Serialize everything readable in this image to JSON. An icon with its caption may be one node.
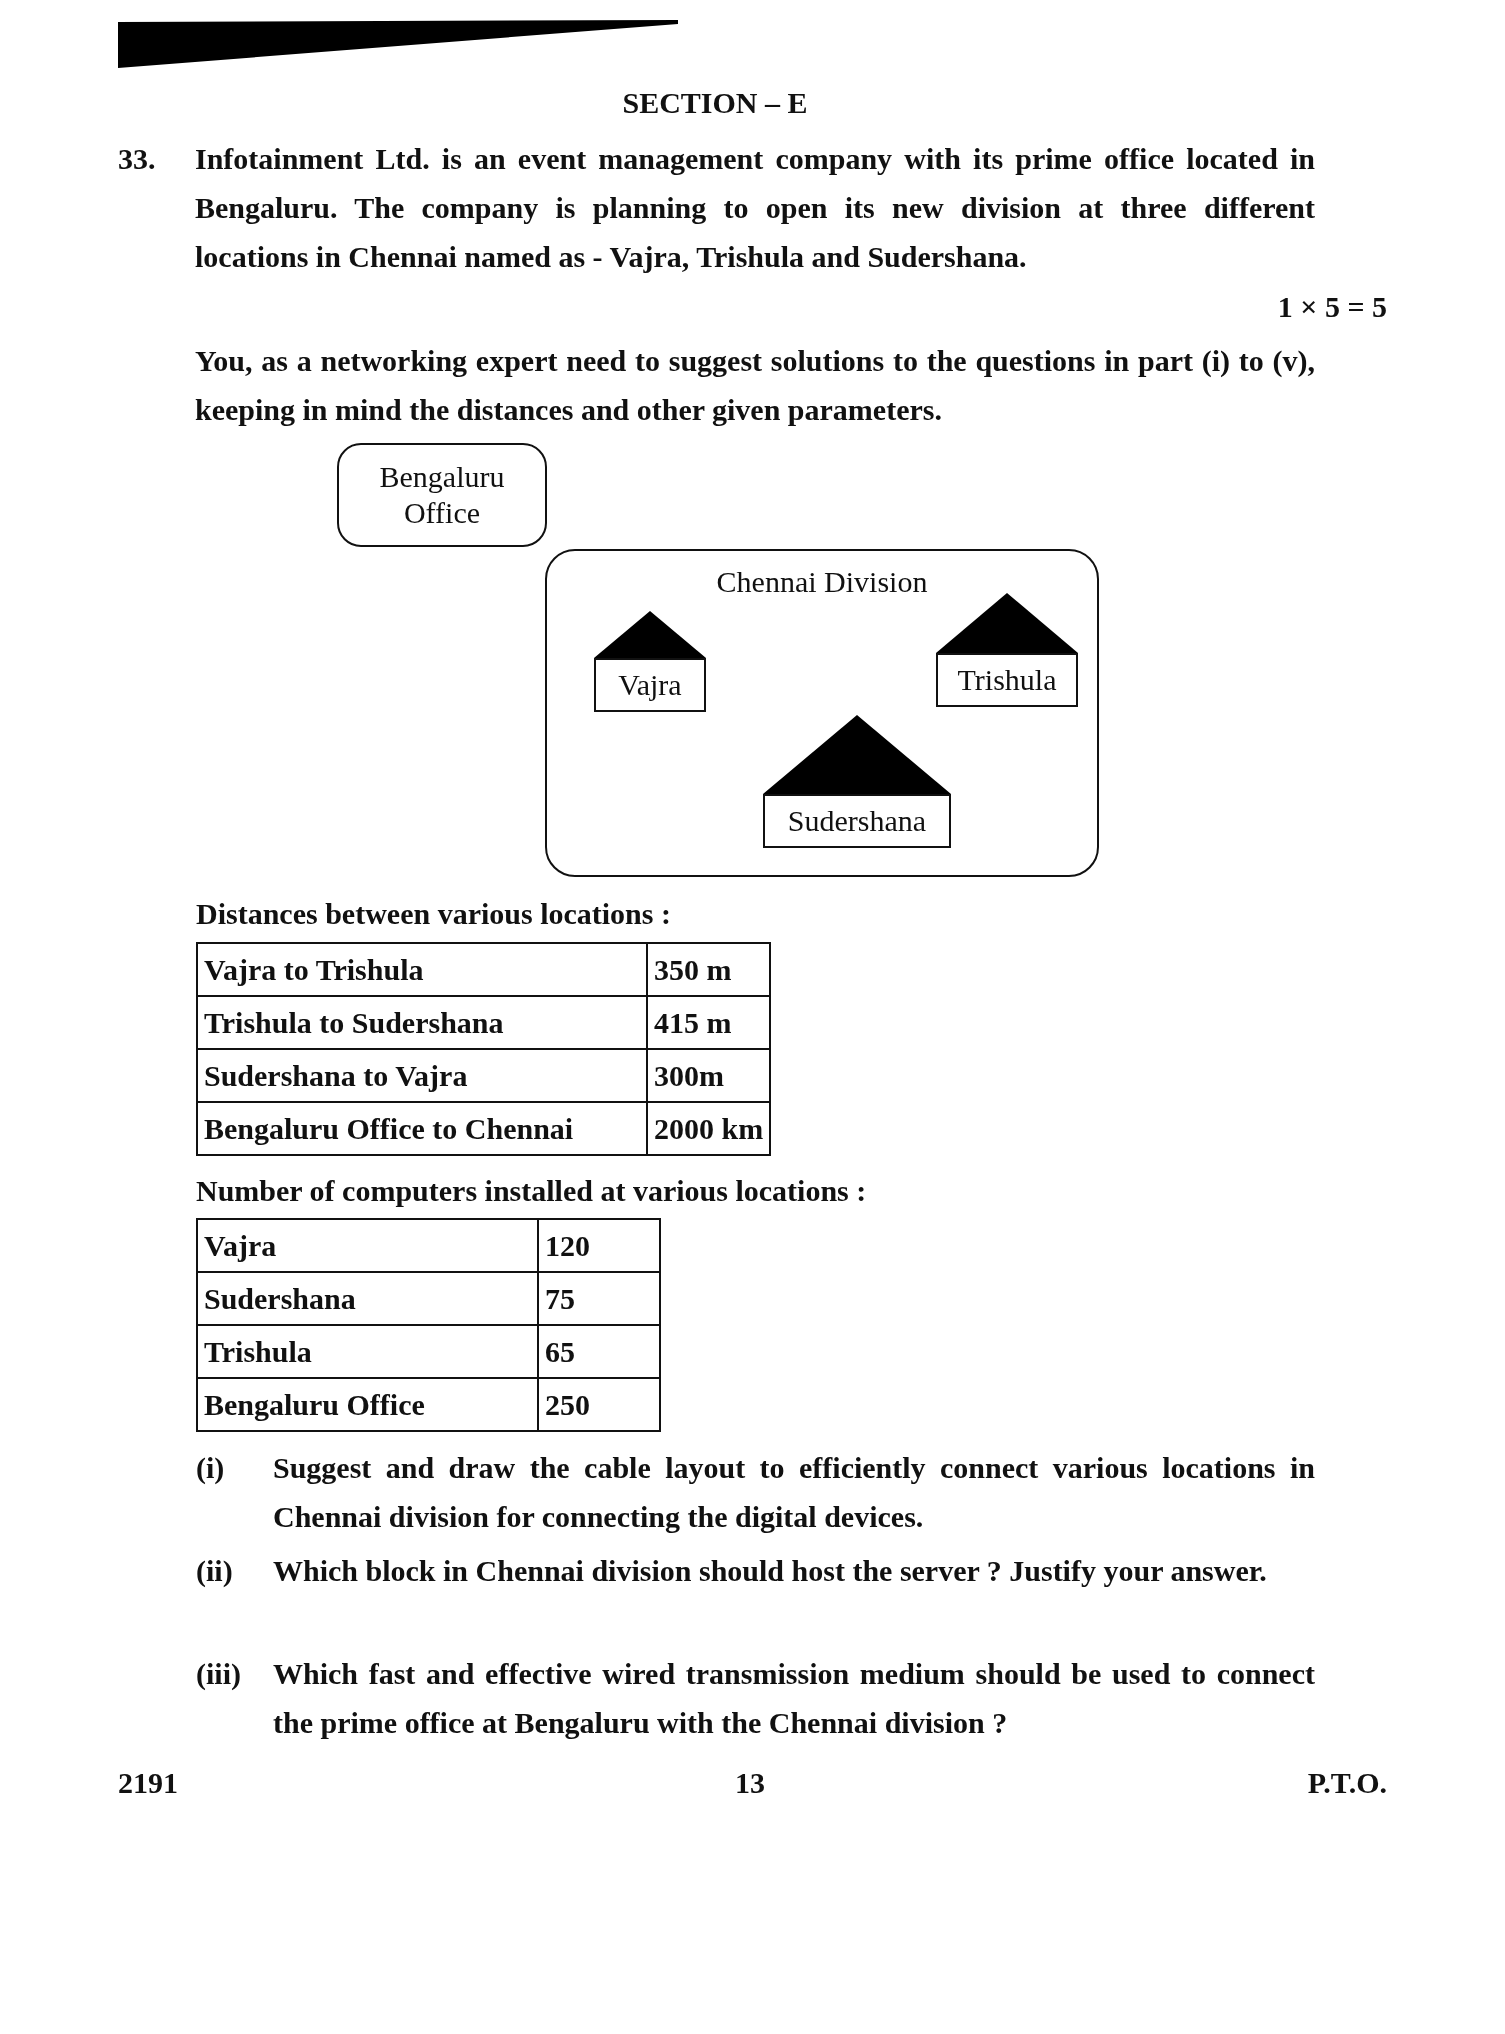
{
  "diagram": {
    "title": "SECTION – E",
    "nodes": [
      {
        "text": [
          "Bengaluru Office"
        ]
      },
      {
        "text": [
          "Chennai Division"
        ]
      },
      {
        "text": [
          "Vajra"
        ],
        "in": 1
      },
      {
        "text": [
          "Trishula"
        ],
        "in": 1
      },
      {
        "text": [
          "Sudershana"
        ],
        "in": 1
      }
    ],
    "labels": [
      "33.",
      "Infotainment Ltd. is an event management company with its prime office located in Bengaluru. The company is planning to open its new division at three different locations in Chennai named as - Vajra, Trishula and Sudershana.",
      "1 × 5 = 5",
      "You, as a networking expert need to suggest solutions to the questions in part (i) to (v), keeping in mind the distances and other given parameters.",
      "Distances between various locations :",
      "Vajra to Trishula",
      "350 m",
      "Trishula to Sudershana",
      "415 m",
      "Sudershana to Vajra",
      "300m",
      "Bengaluru Office to Chennai",
      "2000 km",
      "Number of computers installed at various locations :",
      "Vajra",
      "120",
      "Sudershana",
      "75",
      "Trishula",
      "65",
      "Bengaluru Office",
      "250",
      "(i)",
      "Suggest and draw the cable layout to efficiently connect various locations in Chennai division for connecting the digital devices.",
      "(ii)",
      "Which block in Chennai division should host the server ? Justify your answer.",
      "(iii)",
      "Which fast and effective wired transmission medium should be used to connect the prime office at Bengaluru with the Chennai division ?",
      "2191",
      "13",
      "P.T.O."
    ]
  }
}
